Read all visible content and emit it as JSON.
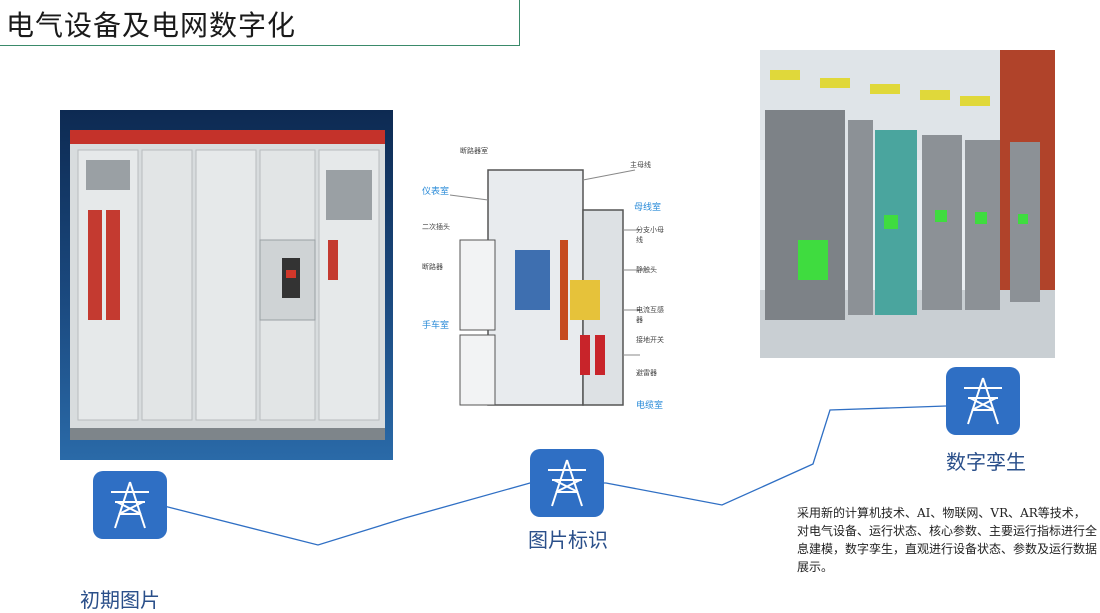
{
  "title": "电气设备及电网数字化",
  "stages": [
    {
      "id": "initial",
      "caption": "初期图片",
      "icon": "transmission-tower-icon"
    },
    {
      "id": "recognition",
      "caption": "图片标识",
      "icon": "transmission-tower-icon"
    },
    {
      "id": "twin",
      "caption": "数字孪生",
      "icon": "transmission-tower-icon"
    }
  ],
  "diagram_labels": {
    "left": [
      "仪表室",
      "二次插头",
      "断路器",
      "手车室"
    ],
    "right": [
      "主母线",
      "母线室",
      "分支小母线",
      "静触头",
      "电流互感器",
      "接地开关",
      "避雷器",
      "电缆室"
    ],
    "top": "断路器室"
  },
  "description": "采用新的计算机技术、AI、物联网、VR、AR等技术，对电气设备、运行状态、核心参数、主要运行指标进行全息建模，数字孪生，直观进行设备状态、参数及运行数据展示。",
  "colors": {
    "accent": "#2f6fc4",
    "caption": "#2a4f8a",
    "title_border": "#3a8a6a",
    "line": "#2f6fc4"
  }
}
